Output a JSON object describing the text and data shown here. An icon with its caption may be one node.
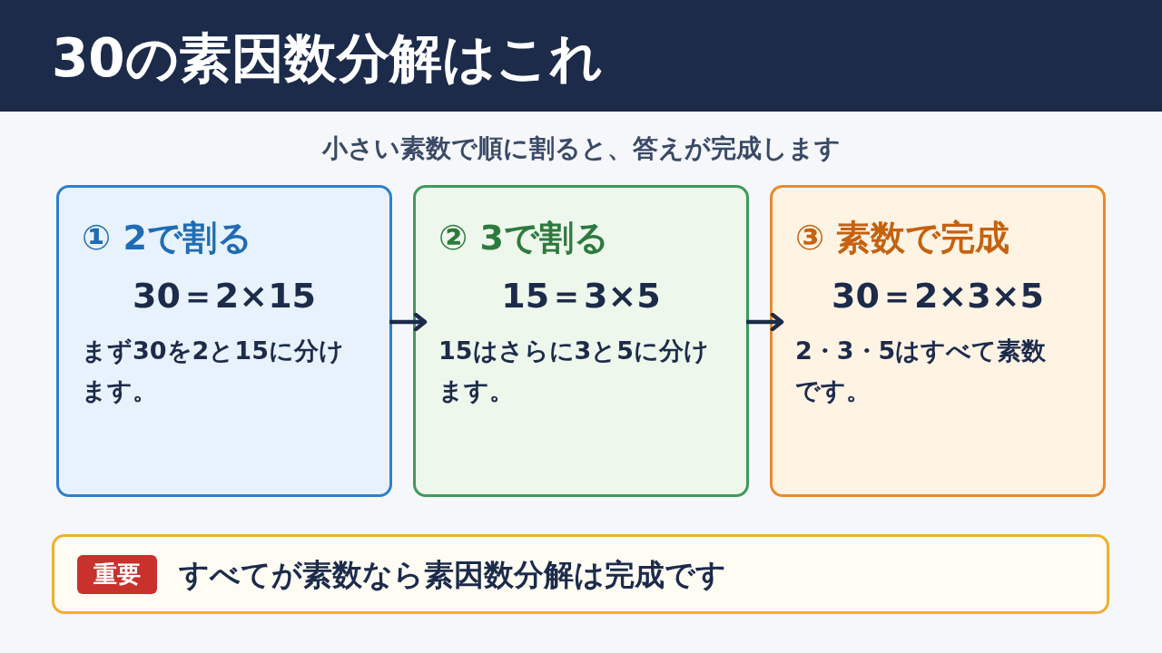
{
  "diagram": {
    "title": "30の素因数分解はこれ",
    "nodes": [
      {
        "text": [
          "① 2で割る",
          "30＝2×15",
          "まず30を2と15に分けます。"
        ]
      },
      {
        "text": [
          "② 3で割る",
          "15＝3×5",
          "15はさらに3と5に分けます。"
        ]
      },
      {
        "text": [
          "③ 素数で完成",
          "30＝2×3×5",
          "2・3・5はすべて素数です。"
        ]
      },
      {
        "text": [
          "すべてが素数なら素因数分解は完成です"
        ]
      },
      {
        "text": [
          "重要"
        ],
        "in": 3
      }
    ],
    "edges": [
      {
        "from": 0,
        "to": 1,
        "arrow": "to"
      },
      {
        "from": 1,
        "to": 2,
        "arrow": "to"
      }
    ],
    "labels": [
      "小さい素数で順に割ると、答えが完成します"
    ]
  }
}
